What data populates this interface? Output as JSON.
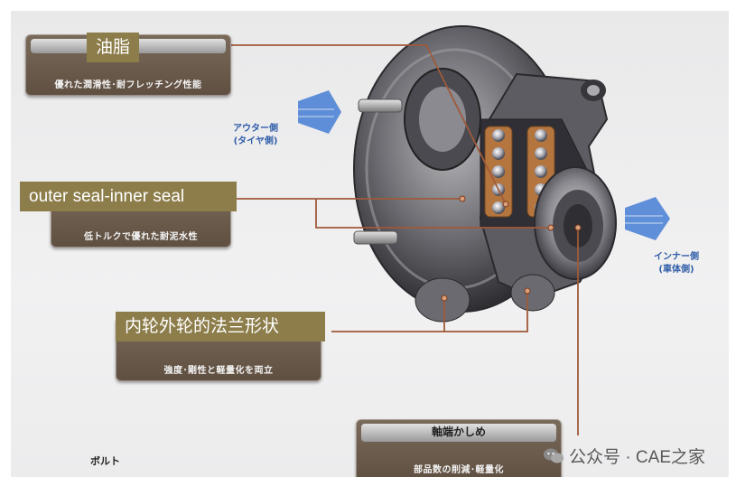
{
  "labels": {
    "grease": "油脂",
    "seal": "outer seal-inner seal",
    "flange": "内轮外轮的法兰形状"
  },
  "callouts": {
    "grease_sub": "優れた潤滑性･耐フレッチング性能",
    "seal_sub": "低トルクで優れた耐泥水性",
    "flange_sub": "強度･剛性と軽量化を両立",
    "caulking_title": "軸端かしめ",
    "caulking_sub": "部品数の削減･軽量化"
  },
  "directions": {
    "outer_line1": "アウター側",
    "outer_line2": "(タイヤ側)",
    "inner_line1": "インナー側",
    "inner_line2": "(車体側)"
  },
  "bolt_label": "ボルト",
  "watermark": "公众号 · CAE之家",
  "colors": {
    "gold": "#8c7d4a",
    "callout_brown": "#6b5b4c",
    "arrow_blue": "#2f6fd0",
    "leader": "#a05a3a"
  }
}
